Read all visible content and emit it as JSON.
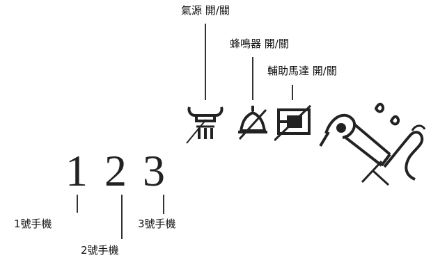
{
  "labels": {
    "air_source": "氣源 開/關",
    "buzzer": "蜂鳴器 開/關",
    "aux_motor": "輔助馬達 開/關",
    "handpiece_1": "1號手機",
    "handpiece_2": "2號手機",
    "handpiece_3": "3號手機"
  },
  "digits": {
    "one": "1",
    "two": "2",
    "three": "3"
  },
  "icons": {
    "air_source": "air-source-icon",
    "buzzer": "buzzer-icon",
    "aux_motor": "aux-motor-icon",
    "hand": "hand-icon"
  }
}
